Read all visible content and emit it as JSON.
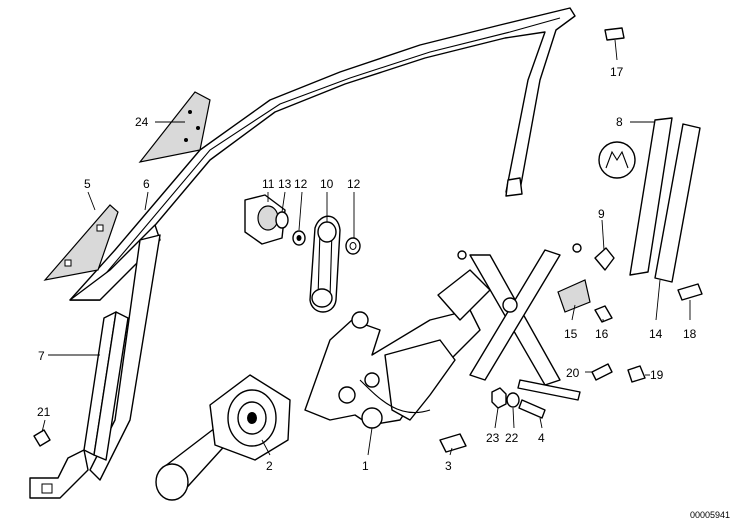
{
  "document_number": "00005941",
  "callouts": [
    {
      "id": "1",
      "text": "1"
    },
    {
      "id": "2",
      "text": "2"
    },
    {
      "id": "3",
      "text": "3"
    },
    {
      "id": "4",
      "text": "4"
    },
    {
      "id": "5",
      "text": "5"
    },
    {
      "id": "6",
      "text": "6"
    },
    {
      "id": "7",
      "text": "7"
    },
    {
      "id": "8",
      "text": "8"
    },
    {
      "id": "9",
      "text": "9"
    },
    {
      "id": "10",
      "text": "10"
    },
    {
      "id": "11",
      "text": "11"
    },
    {
      "id": "12a",
      "text": "12"
    },
    {
      "id": "12b",
      "text": "12"
    },
    {
      "id": "13",
      "text": "13"
    },
    {
      "id": "14",
      "text": "14"
    },
    {
      "id": "15",
      "text": "15"
    },
    {
      "id": "16",
      "text": "16"
    },
    {
      "id": "17",
      "text": "17"
    },
    {
      "id": "18",
      "text": "18"
    },
    {
      "id": "19",
      "text": "19"
    },
    {
      "id": "20",
      "text": "20"
    },
    {
      "id": "21",
      "text": "21"
    },
    {
      "id": "22",
      "text": "22"
    },
    {
      "id": "23",
      "text": "23"
    },
    {
      "id": "24",
      "text": "24"
    }
  ]
}
